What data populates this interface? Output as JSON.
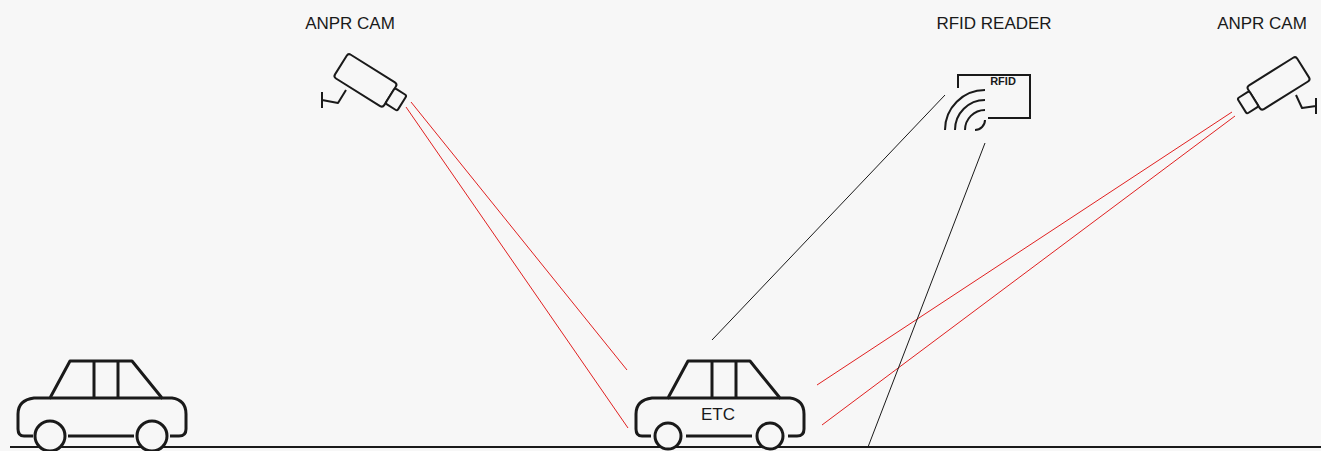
{
  "diagram": {
    "nodes": [
      {
        "text": [
          "RFID READER",
          "RFID"
        ]
      },
      {
        "text": [
          "ETC"
        ]
      }
    ],
    "edges": [
      {
        "from": 0,
        "to": 1,
        "arrow": "none"
      }
    ],
    "labels": [
      "ANPR CAM",
      "ANPR CAM"
    ]
  }
}
